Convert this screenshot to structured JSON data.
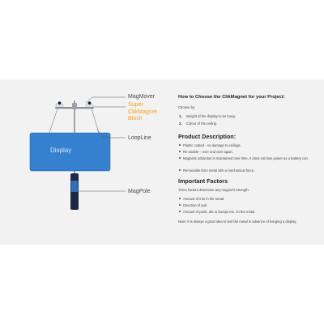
{
  "colors": {
    "page": "#ffffff",
    "band": "#f2f2f2"
  },
  "diagram": {
    "labels": {
      "magmover": "MagMover",
      "block": "Super ClikMagnet Block",
      "loopline": "LoopLine",
      "display": "Display",
      "magpole": "MagPole"
    },
    "colors": {
      "display": "#3581cf",
      "block_label": "#f5a31a",
      "handle": "#1d2a45",
      "handle_band": "#2f6fbf"
    }
  },
  "section": {
    "title": "How to Choose the ClikMagnet for your Project:",
    "choose_by": "Choose by:",
    "choose_items": [
      {
        "num": "1.",
        "text": "Weight of the display to be hung."
      },
      {
        "num": "2.",
        "text": "Colour of the ceiling."
      }
    ],
    "product_heading": "Product Description:",
    "product_bullets": [
      "Plastic coated - no damage to ceilings.",
      "Re-usable – over and over again.",
      "Magnetic attraction is maintained over time. It does not lose power as a battery can.",
      "Removable from metal with a mechanical force."
    ],
    "factors_heading": "Important Factors",
    "factors_intro": "Three factors determine any magnet's strength.",
    "factors_bullets": [
      "Amount of iron in the metal.",
      "Direction of pull.",
      "Amount of paint, dirt or bumps etc. on the metal."
    ],
    "note": "Note: It is always a good idea to test the metal in advance of hanging a display."
  }
}
